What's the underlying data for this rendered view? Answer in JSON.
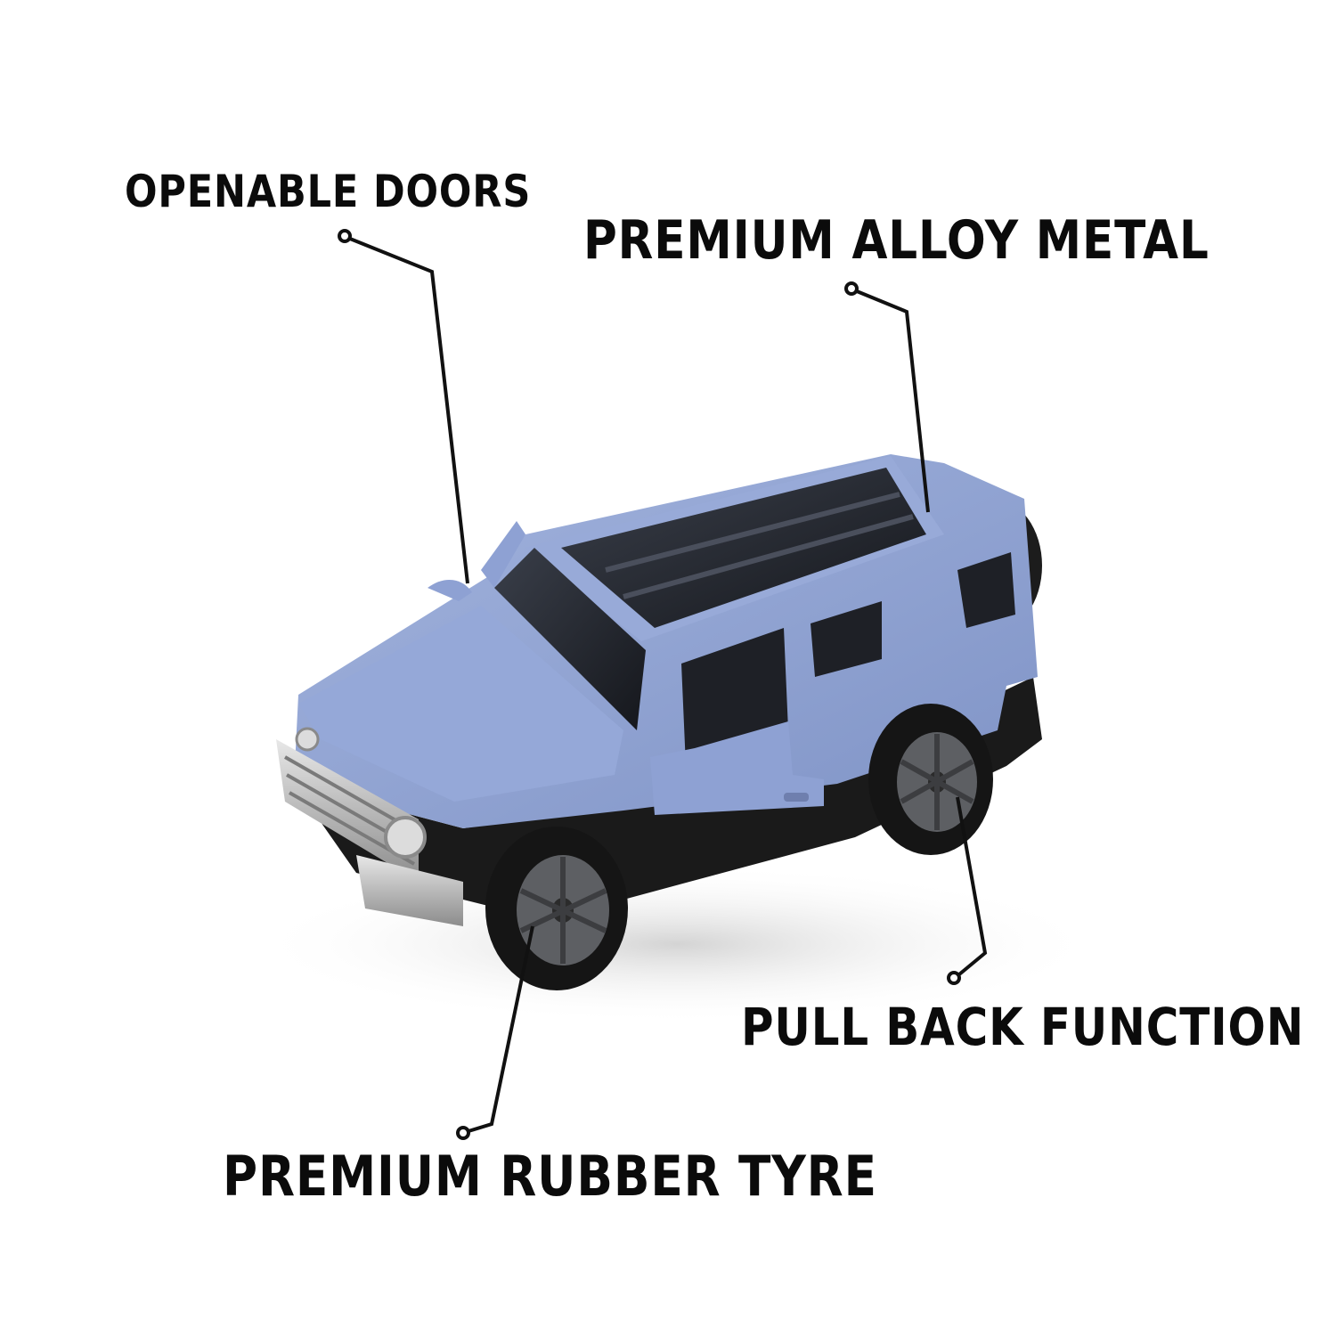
{
  "callouts": {
    "openable_doors": "OPENABLE DOORS",
    "premium_alloy_metal": "PREMIUM ALLOY METAL",
    "pull_back_function": "PULL BACK FUNCTION",
    "premium_rubber_tyre": "PREMIUM RUBBER TYRE"
  },
  "colors": {
    "car_body": "#8b9fd0",
    "text": "#0b0b0b",
    "background": "#ffffff"
  }
}
